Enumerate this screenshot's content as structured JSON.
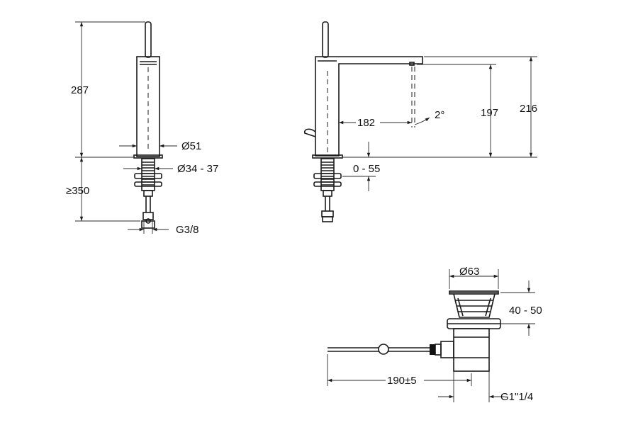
{
  "dimensions": {
    "height_287": "287",
    "clearance_350": "≥350",
    "body_diameter": "Ø51",
    "hole_diameter": "Ø34 - 37",
    "connection_g38": "G3/8",
    "reach_182": "182",
    "angle_2deg": "2°",
    "outlet_height_197": "197",
    "total_height_216": "216",
    "deck_thickness": "0 - 55",
    "waste_diameter_63": "Ø63",
    "waste_height_range": "40 - 50",
    "rod_length": "190±5",
    "waste_thread": "G1\"1/4"
  }
}
